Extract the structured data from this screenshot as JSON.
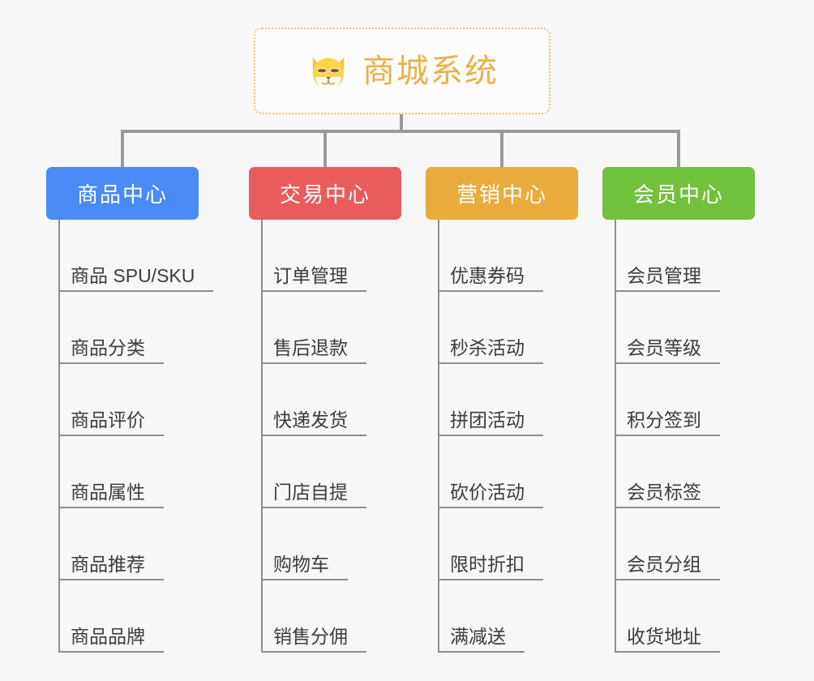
{
  "diagram": {
    "type": "org-tree",
    "root": {
      "title": "商城系统",
      "icon": "shiba-dog-emoji",
      "text_color": "#edb048",
      "border_color": "#edc271",
      "background": "#fcfcfc"
    },
    "connector_color": "#9a9a9a",
    "leaf_line_color": "#8d8d8d",
    "background": "#f7f7f7",
    "columns": [
      {
        "id": "product-center",
        "header": "商品中心",
        "color": "#4a8af4",
        "items": [
          "商品 SPU/SKU",
          "商品分类",
          "商品评价",
          "商品属性",
          "商品推荐",
          "商品品牌"
        ]
      },
      {
        "id": "trade-center",
        "header": "交易中心",
        "color": "#e85c5c",
        "items": [
          "订单管理",
          "售后退款",
          "快递发货",
          "门店自提",
          "购物车",
          "销售分佣"
        ]
      },
      {
        "id": "marketing-center",
        "header": "营销中心",
        "color": "#eaab3d",
        "items": [
          "优惠券码",
          "秒杀活动",
          "拼团活动",
          "砍价活动",
          "限时折扣",
          "满减送"
        ]
      },
      {
        "id": "member-center",
        "header": "会员中心",
        "color": "#72c13c",
        "items": [
          "会员管理",
          "会员等级",
          "积分签到",
          "会员标签",
          "会员分组",
          "收货地址"
        ]
      }
    ]
  }
}
